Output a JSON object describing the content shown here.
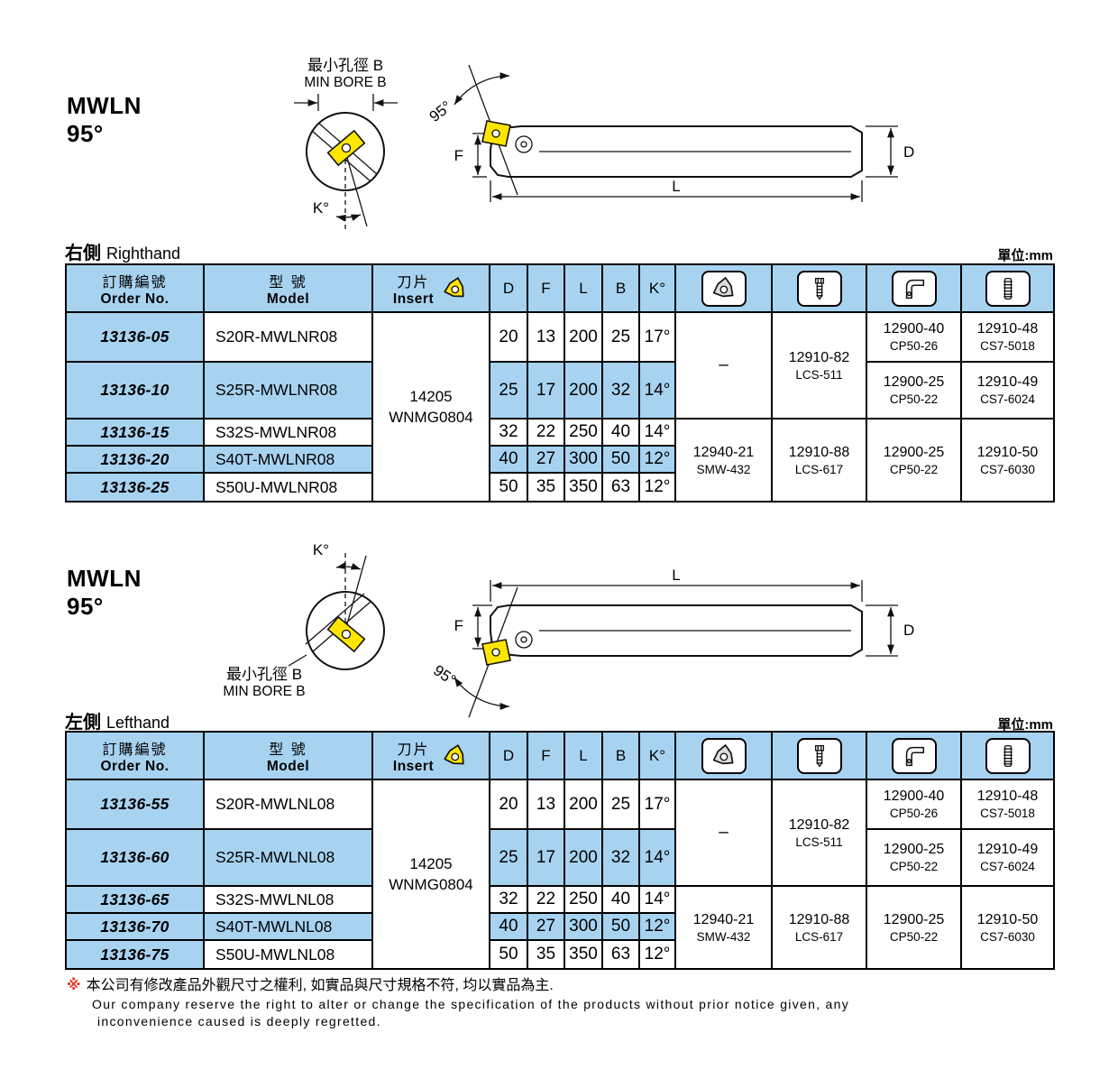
{
  "colors": {
    "blue": "#a7d3f1",
    "yellow": "#ffe600",
    "red": "#e8392a"
  },
  "page": {
    "unit": "單位:mm",
    "note_mark": "※",
    "note_zh": "本公司有修改產品外觀尺寸之權利, 如實品與尺寸規格不符, 均以實品為主.",
    "note_en_1": "Our company reserve the right to alter or change the specification of the products without prior notice given, any",
    "note_en_2": "inconvenience caused is deeply regretted."
  },
  "diagram": {
    "series": "MWLN",
    "series_angle": "95°",
    "min_bore_zh": "最小孔徑 B",
    "min_bore_en": "MIN BORE B",
    "k": "K°",
    "f": "F",
    "l": "L",
    "d": "D",
    "tool_angle": "95°"
  },
  "headers": {
    "order_zh": "訂購編號",
    "order_en": "Order No.",
    "model_zh": "型 號",
    "model_en": "Model",
    "insert_zh": "刀片",
    "insert_en": "Insert",
    "d": "D",
    "f": "F",
    "l": "L",
    "b": "B",
    "k": "K°"
  },
  "tables": [
    {
      "section_zh": "右側",
      "section_en": "Righthand",
      "insert_line1": "14205",
      "insert_line2": "WNMG0804",
      "rows": [
        {
          "order": "13136-05",
          "model": "S20R-MWLNR08",
          "d": "20",
          "f": "13",
          "l": "200",
          "b": "25",
          "k": "17°"
        },
        {
          "order": "13136-10",
          "model": "S25R-MWLNR08",
          "d": "25",
          "f": "17",
          "l": "200",
          "b": "32",
          "k": "14°"
        },
        {
          "order": "13136-15",
          "model": "S32S-MWLNR08",
          "d": "32",
          "f": "22",
          "l": "250",
          "b": "40",
          "k": "14°"
        },
        {
          "order": "13136-20",
          "model": "S40T-MWLNR08",
          "d": "40",
          "f": "27",
          "l": "300",
          "b": "50",
          "k": "12°"
        },
        {
          "order": "13136-25",
          "model": "S50U-MWLNR08",
          "d": "50",
          "f": "35",
          "l": "350",
          "b": "63",
          "k": "12°"
        }
      ],
      "acc": {
        "shim_top": "–",
        "lcs_top_1": "12910-82",
        "lcs_top_2": "LCS-511",
        "cp_r1_1": "12900-40",
        "cp_r1_2": "CP50-26",
        "cs_r1_1": "12910-48",
        "cs_r1_2": "CS7-5018",
        "cp_r2_1": "12900-25",
        "cp_r2_2": "CP50-22",
        "cs_r2_1": "12910-49",
        "cs_r2_2": "CS7-6024",
        "shim_bot_1": "12940-21",
        "shim_bot_2": "SMW-432",
        "lcs_bot_1": "12910-88",
        "lcs_bot_2": "LCS-617",
        "cp_bot_1": "12900-25",
        "cp_bot_2": "CP50-22",
        "cs_bot_1": "12910-50",
        "cs_bot_2": "CS7-6030"
      }
    },
    {
      "section_zh": "左側",
      "section_en": "Lefthand",
      "insert_line1": "14205",
      "insert_line2": "WNMG0804",
      "rows": [
        {
          "order": "13136-55",
          "model": "S20R-MWLNL08",
          "d": "20",
          "f": "13",
          "l": "200",
          "b": "25",
          "k": "17°"
        },
        {
          "order": "13136-60",
          "model": "S25R-MWLNL08",
          "d": "25",
          "f": "17",
          "l": "200",
          "b": "32",
          "k": "14°"
        },
        {
          "order": "13136-65",
          "model": "S32S-MWLNL08",
          "d": "32",
          "f": "22",
          "l": "250",
          "b": "40",
          "k": "14°"
        },
        {
          "order": "13136-70",
          "model": "S40T-MWLNL08",
          "d": "40",
          "f": "27",
          "l": "300",
          "b": "50",
          "k": "12°"
        },
        {
          "order": "13136-75",
          "model": "S50U-MWLNL08",
          "d": "50",
          "f": "35",
          "l": "350",
          "b": "63",
          "k": "12°"
        }
      ],
      "acc": {
        "shim_top": "–",
        "lcs_top_1": "12910-82",
        "lcs_top_2": "LCS-511",
        "cp_r1_1": "12900-40",
        "cp_r1_2": "CP50-26",
        "cs_r1_1": "12910-48",
        "cs_r1_2": "CS7-5018",
        "cp_r2_1": "12900-25",
        "cp_r2_2": "CP50-22",
        "cs_r2_1": "12910-49",
        "cs_r2_2": "CS7-6024",
        "shim_bot_1": "12940-21",
        "shim_bot_2": "SMW-432",
        "lcs_bot_1": "12910-88",
        "lcs_bot_2": "LCS-617",
        "cp_bot_1": "12900-25",
        "cp_bot_2": "CP50-22",
        "cs_bot_1": "12910-50",
        "cs_bot_2": "CS7-6030"
      }
    }
  ]
}
